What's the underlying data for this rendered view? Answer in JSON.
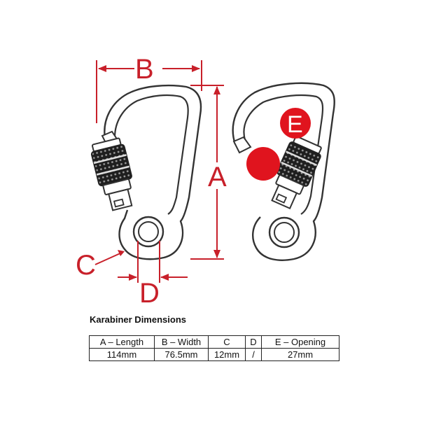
{
  "labels": {
    "a": "A",
    "b": "B",
    "c": "C",
    "d": "D",
    "e": "E"
  },
  "colors": {
    "dimension": "#c8202a",
    "opening_marker": "#e0141e",
    "outline": "#333333"
  },
  "table": {
    "title": "Karabiner Dimensions",
    "headers": [
      "A – Length",
      "B – Width",
      "C",
      "D",
      "E – Opening"
    ],
    "values": [
      "114mm",
      "76.5mm",
      "12mm",
      "/",
      "27mm"
    ]
  }
}
